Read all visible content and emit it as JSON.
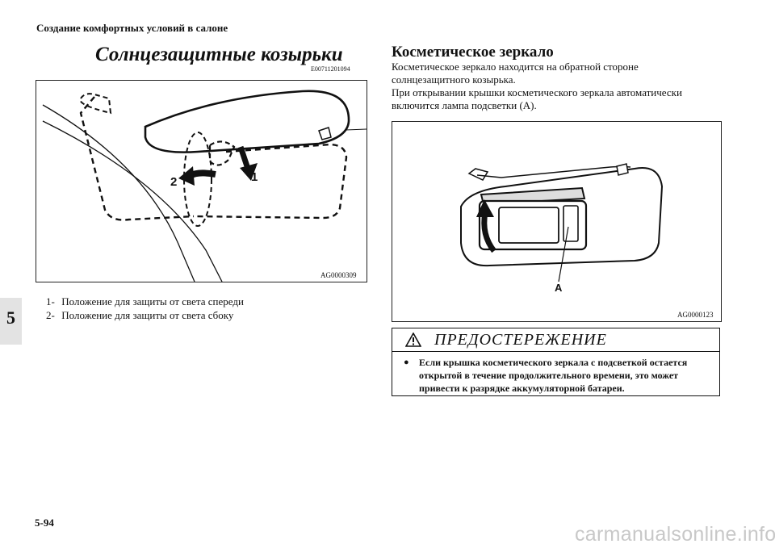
{
  "header": {
    "title": "Создание комфортных условий в салоне"
  },
  "section": {
    "title": "Солнцезащитные козырьки",
    "code": "E00711201094"
  },
  "tab": {
    "number": "5"
  },
  "figure1": {
    "code": "AG0000309",
    "callouts": [
      "1",
      "2"
    ]
  },
  "legend": {
    "items": [
      {
        "num": "1-",
        "text": "Положение для защиты от света спереди"
      },
      {
        "num": "2-",
        "text": "Положение для защиты от света сбоку"
      }
    ]
  },
  "mirror": {
    "title": "Косметическое зеркало",
    "paragraphs": [
      "Косметическое зеркало находится на обратной стороне солнцезащитного козырька.",
      "При открывании крышки косметического зеркала автоматически включится лампа подсветки (A)."
    ]
  },
  "figure2": {
    "code": "AG0000123",
    "callout": "A"
  },
  "warning": {
    "icon": "warning-triangle-icon",
    "title": "ПРЕДОСТЕРЕЖЕНИЕ",
    "bullet": "●",
    "text": "Если крышка косметического зеркала с подсветкой остается открытой в течение продолжительного времени, это может привести к разрядке аккумуляторной батареи."
  },
  "footer": {
    "page": "5-94"
  },
  "watermark": "carmanualsonline.info"
}
